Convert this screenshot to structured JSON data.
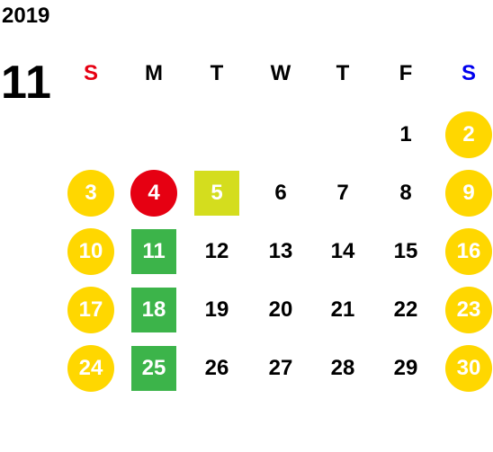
{
  "calendar": {
    "year": "2019",
    "month": "11",
    "weekdays": [
      {
        "label": "S",
        "color": "#e60012"
      },
      {
        "label": "M",
        "color": "#000000"
      },
      {
        "label": "T",
        "color": "#000000"
      },
      {
        "label": "W",
        "color": "#000000"
      },
      {
        "label": "T",
        "color": "#000000"
      },
      {
        "label": "F",
        "color": "#000000"
      },
      {
        "label": "S",
        "color": "#0000ee"
      }
    ],
    "first_weekday_index": 5,
    "days_in_month": 30,
    "colors": {
      "weekend_holiday": "#ffd700",
      "holiday": "#e60012",
      "special": "#d4dd1e",
      "event": "#3cb44a",
      "default_text": "#000000",
      "highlight_text": "#ffffff"
    },
    "highlights": [
      {
        "day": 2,
        "shape": "circle",
        "color": "#ffd700"
      },
      {
        "day": 3,
        "shape": "circle",
        "color": "#ffd700"
      },
      {
        "day": 4,
        "shape": "circle",
        "color": "#e60012"
      },
      {
        "day": 5,
        "shape": "square",
        "color": "#d4dd1e"
      },
      {
        "day": 9,
        "shape": "circle",
        "color": "#ffd700"
      },
      {
        "day": 10,
        "shape": "circle",
        "color": "#ffd700"
      },
      {
        "day": 11,
        "shape": "square",
        "color": "#3cb44a"
      },
      {
        "day": 16,
        "shape": "circle",
        "color": "#ffd700"
      },
      {
        "day": 17,
        "shape": "circle",
        "color": "#ffd700"
      },
      {
        "day": 18,
        "shape": "square",
        "color": "#3cb44a"
      },
      {
        "day": 23,
        "shape": "circle",
        "color": "#ffd700"
      },
      {
        "day": 24,
        "shape": "circle",
        "color": "#ffd700"
      },
      {
        "day": 25,
        "shape": "square",
        "color": "#3cb44a"
      },
      {
        "day": 30,
        "shape": "circle",
        "color": "#ffd700"
      }
    ]
  }
}
